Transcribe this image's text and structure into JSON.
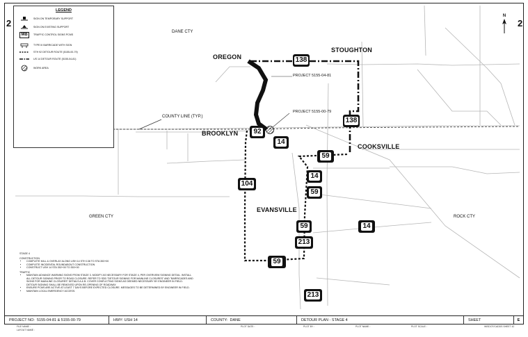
{
  "sheet": {
    "edge_left": "2",
    "edge_right": "2",
    "north_label": "N"
  },
  "legend": {
    "title": "LEGEND",
    "items": [
      {
        "icon": "temporary-sign-support-icon",
        "label": "SIGN ON TEMPORARY SUPPORT"
      },
      {
        "icon": "existing-sign-support-icon",
        "label": "SIGN ON EXISTING SUPPORT"
      },
      {
        "icon": "traffic-control-sign-pcms-icon",
        "symbol": "MB",
        "label": "TRAFFIC CONTROL SIGNS PCMS"
      },
      {
        "icon": "barricade-icon",
        "label": "TYPE III BARRICADE WITH SIGN"
      },
      {
        "icon": "sth-detour-route-line-icon",
        "label": "STH 92 DETOUR ROUTE (5155-00-79)"
      },
      {
        "icon": "us-detour-route-line-icon",
        "label": "US 14 DETOUR ROUTE (5155-04-81)"
      },
      {
        "icon": "work-area-icon",
        "label": "WORK AREA"
      }
    ]
  },
  "places": {
    "oregon": "OREGON",
    "stoughton": "STOUGHTON",
    "brooklyn": "BROOKLYN",
    "cooksville": "COOKSVILLE",
    "evansville": "EVANSVILLE"
  },
  "counties": {
    "dane": "DANE CTY",
    "green": "GREEN CTY",
    "rock": "ROCK CTY",
    "county_line": "COUNTY LINE (TYP.)"
  },
  "callouts": {
    "project_a": "PROJECT 5155-04-81",
    "project_b": "PROJECT 5155-00-79"
  },
  "shields": [
    {
      "id": "138-north",
      "label": "138"
    },
    {
      "id": "138-east",
      "label": "138"
    },
    {
      "id": "92",
      "label": "92"
    },
    {
      "id": "14-brooklyn",
      "label": "14"
    },
    {
      "id": "59-cooksville",
      "label": "59"
    },
    {
      "id": "14-center",
      "label": "14"
    },
    {
      "id": "59-center",
      "label": "59"
    },
    {
      "id": "104",
      "label": "104"
    },
    {
      "id": "59-evansville",
      "label": "59"
    },
    {
      "id": "14-east",
      "label": "14"
    },
    {
      "id": "213-evansville",
      "label": "213"
    },
    {
      "id": "59-south",
      "label": "59"
    },
    {
      "id": "213-south",
      "label": "213"
    }
  ],
  "notes": {
    "stage": "STAGE 4",
    "construction_heading": "CONSTRUCTION",
    "construction": [
      "COMPLETE MILL & OVERLAY ALONG USH 14 STH 138 TO STA 353+00",
      "COMPLETE INCIDENTAL ROUNDABOUT CONSTRUCTION",
      "CONSTRUCT USH 14 STA 352+00 TO 353+00"
    ],
    "traffic_heading": "TRAFFIC",
    "traffic": [
      "MAINTAIN ADVANCE WARNING SIGNS FROM STAGE 3. MODIFY AS NECESSARY FOR STAGE 4, PER OVERVIEW SIGNING DETAIL. INSTALL ALL DETOUR SIGNING PRIOR TO ROAD CLOSURE. REFER TO SDD \"DETOUR SIGNING FOR MAINLINE CLOSURES\" AND \"BARRICADES AND SIGNS FOR MAINLINE CLOSURES\" DETAILS A & B. COVER CONFLICTING SIGNS AS DEEMED NECESSARY BY ENGINEER IN FIELD. DETOUR SIGNING SHALL BE REMOVED UPON RE-OPENING OF ROADWAY.",
      "ENSURE PCMS ARE ACTIVE AT LEAST 7 DAYS BEFORE EXPECTED CLOSURE. MESSAGES TO BE DETERMINED BY ENGINEER IN FIELD.",
      "MAINTAIN LOCAL EMERGENCY ACCESS."
    ]
  },
  "title_block": {
    "project_label": "PROJECT NO:",
    "project_value": "5155-04-81 & 5155-00-79",
    "hwy_label": "HWY:",
    "hwy_value": "USH 14",
    "county_label": "COUNTY:",
    "county_value": "DANE",
    "plan_label": "DETOUR PLAN - STAGE 4",
    "sheet_label": "SHEET",
    "sheet_letter": "E"
  },
  "title_block_small": {
    "file_name": "FILE NAME :",
    "layout_name": "LAYOUT NAME :",
    "plot_date": "PLOT DATE :",
    "plot_by": "PLOT BY :",
    "plot_name": "PLOT NAME :",
    "plot_scale": "PLOT SCALE :",
    "wisdot": "WISDOT/CADDS SHEET 42"
  }
}
